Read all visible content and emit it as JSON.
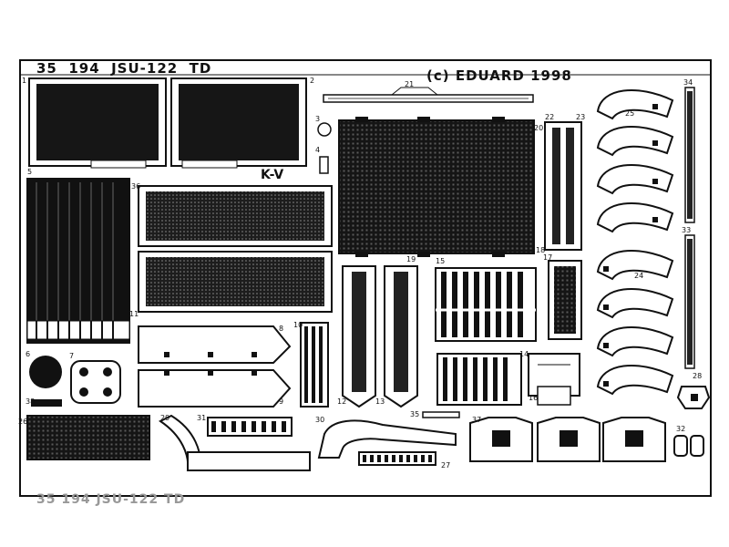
{
  "fret": {
    "set_number": "35",
    "kit_number": "194",
    "subject": "JSU-122",
    "variant": "TD",
    "copyright": "(c) EDUARD 1998",
    "engine_label": "K-V",
    "footer_text": "35 194 JSU-122 TD"
  },
  "part_numbers": [
    "1",
    "2",
    "3",
    "4",
    "5",
    "6",
    "7",
    "8",
    "9",
    "10",
    "11",
    "12",
    "13",
    "14",
    "15",
    "16",
    "17",
    "18",
    "19",
    "20",
    "21",
    "22",
    "23",
    "24",
    "25",
    "26",
    "27",
    "28",
    "29",
    "30",
    "31",
    "32",
    "33",
    "34",
    "35",
    "36",
    "37",
    "38"
  ],
  "colors": {
    "background": "#ffffff",
    "ink": "#111111",
    "mesh": "#1d1d1d"
  }
}
